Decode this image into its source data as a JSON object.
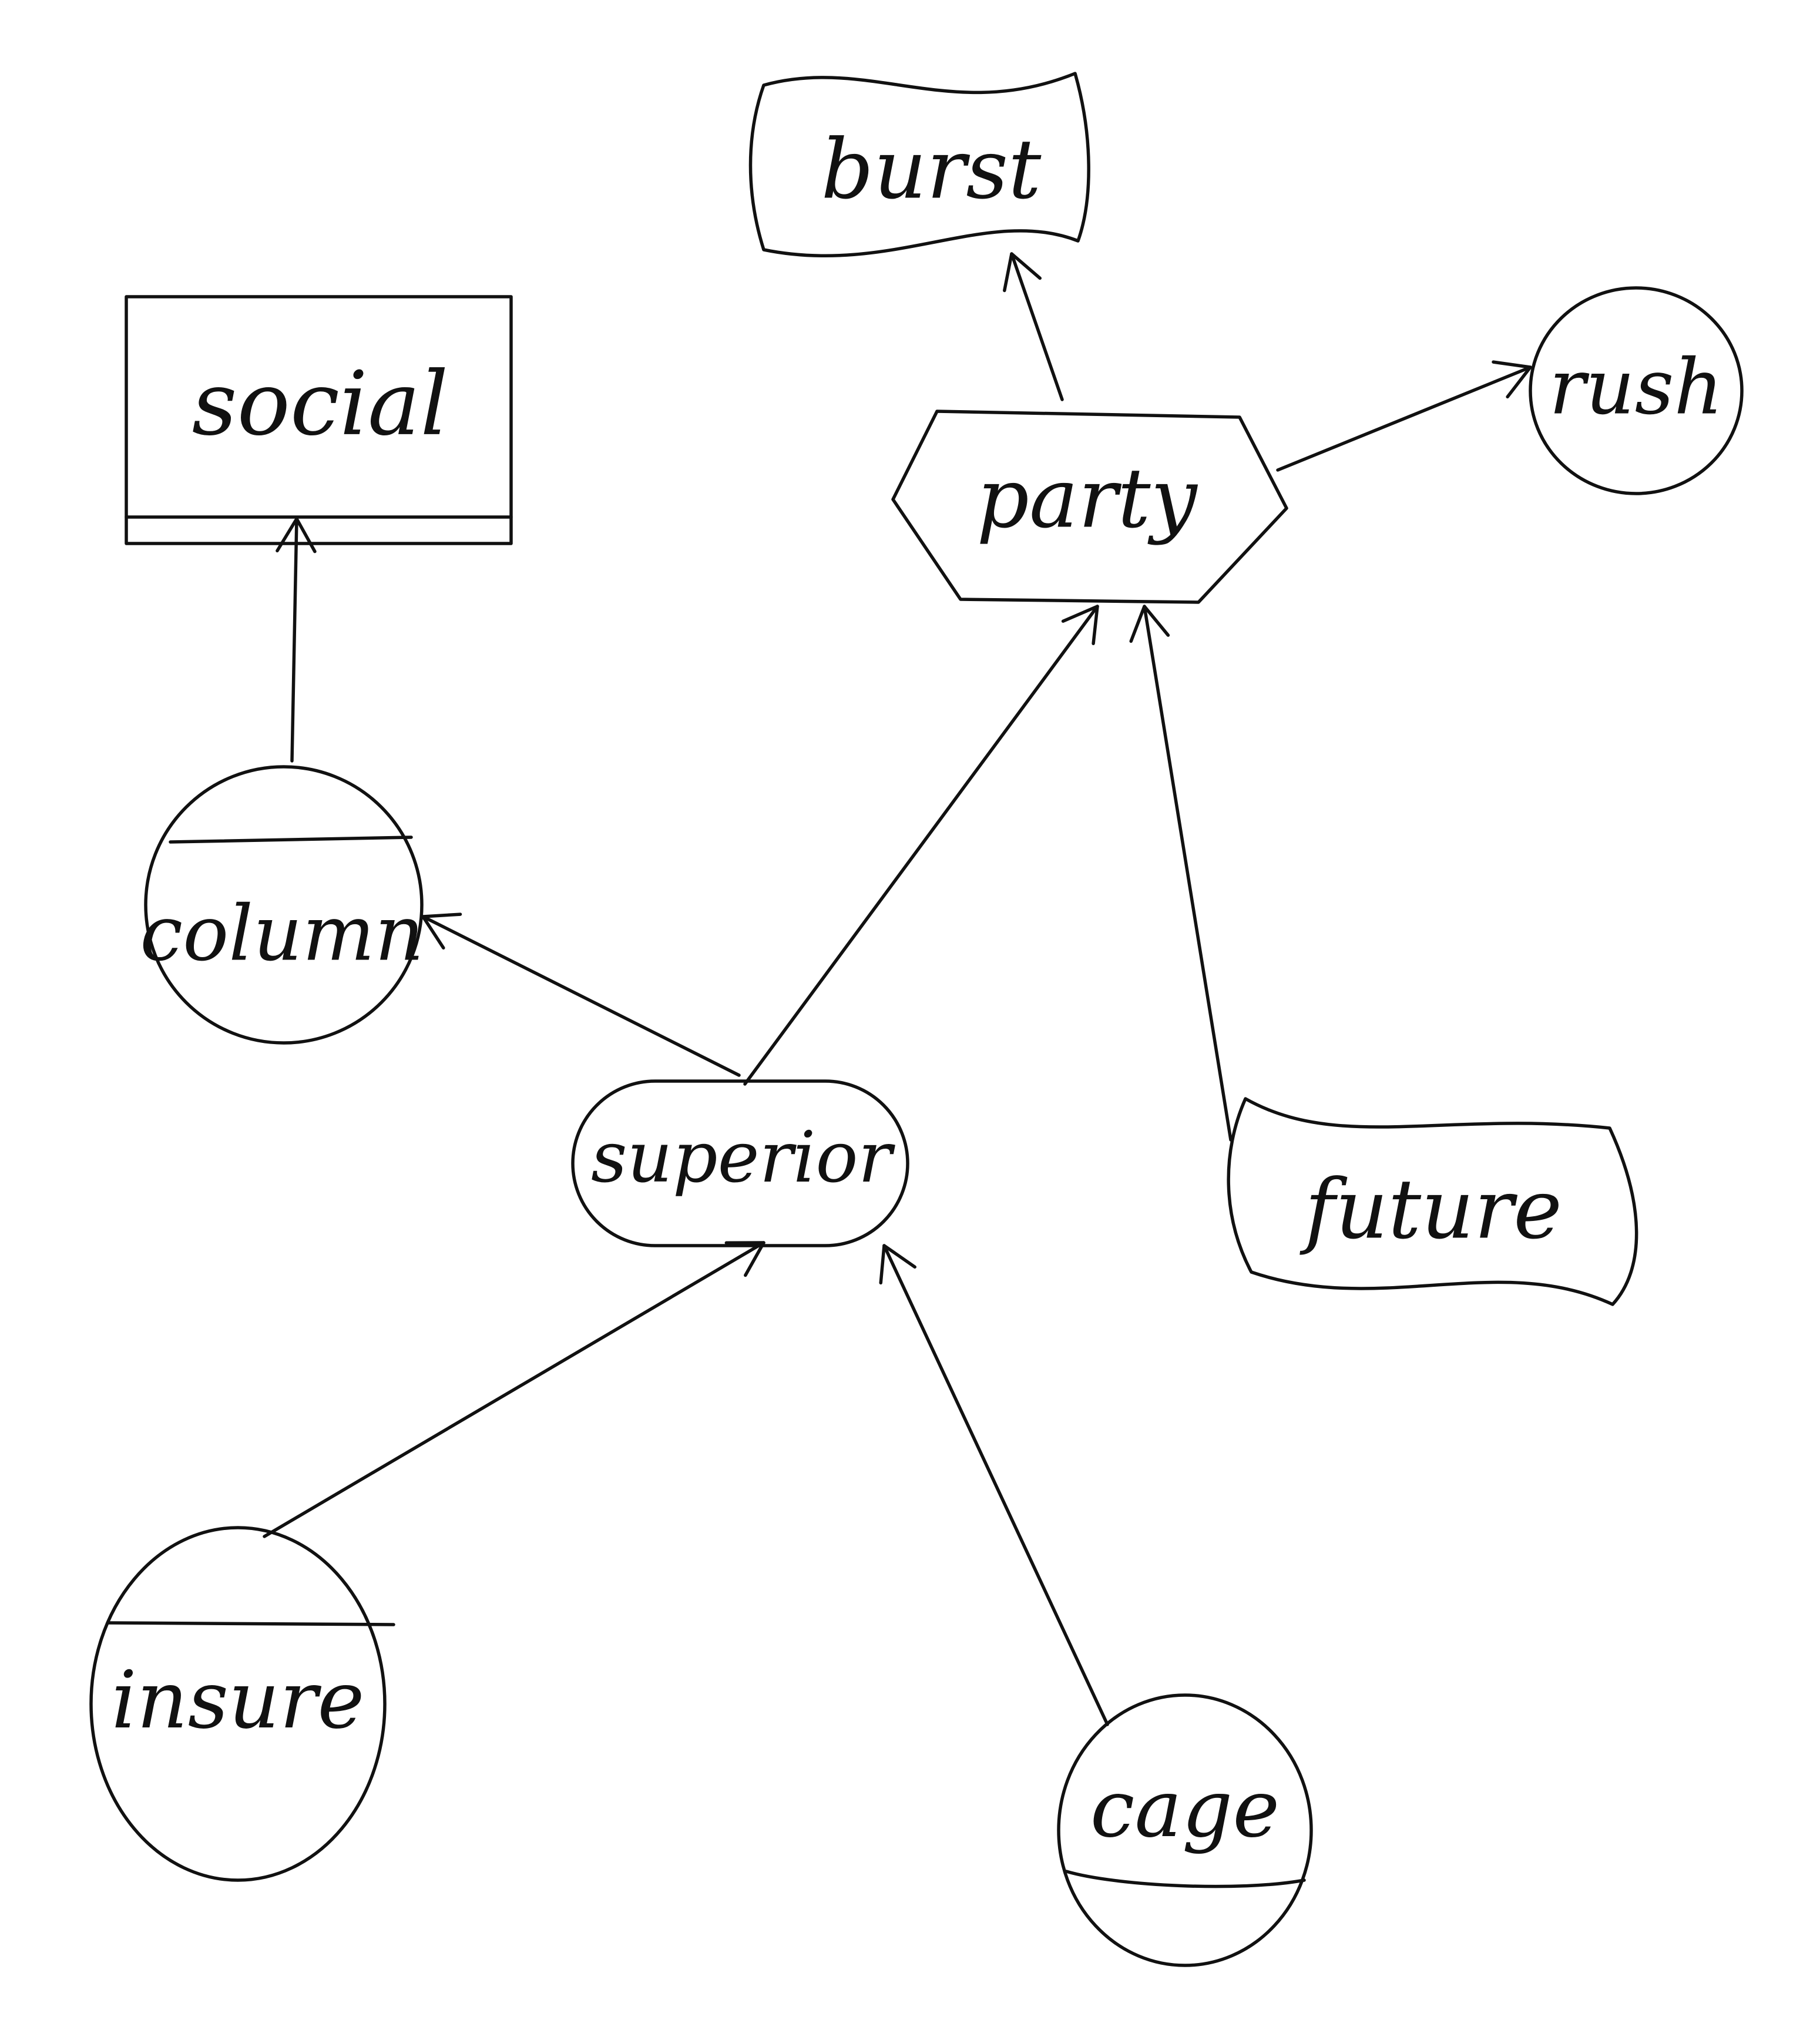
{
  "nodes": {
    "social": {
      "label": "social",
      "shape": "rectangle-with-bottom-band"
    },
    "burst": {
      "label": "burst",
      "shape": "wavy-rectangle"
    },
    "rush": {
      "label": "rush",
      "shape": "circle"
    },
    "party": {
      "label": "party",
      "shape": "hexagon"
    },
    "column": {
      "label": "column",
      "shape": "circle-with-top-band"
    },
    "superior": {
      "label": "superior",
      "shape": "rounded-rectangle"
    },
    "future": {
      "label": "future",
      "shape": "wavy-rectangle"
    },
    "insure": {
      "label": "insure",
      "shape": "circle-with-top-band"
    },
    "cage": {
      "label": "cage",
      "shape": "circle-with-bottom-band"
    }
  },
  "edges": [
    {
      "from": "column",
      "to": "social"
    },
    {
      "from": "party",
      "to": "burst"
    },
    {
      "from": "party",
      "to": "rush"
    },
    {
      "from": "superior",
      "to": "party"
    },
    {
      "from": "future",
      "to": "party"
    },
    {
      "from": "superior",
      "to": "column"
    },
    {
      "from": "insure",
      "to": "superior"
    },
    {
      "from": "cage",
      "to": "superior"
    }
  ],
  "colors": {
    "stroke": "#111111",
    "background": "#ffffff"
  }
}
